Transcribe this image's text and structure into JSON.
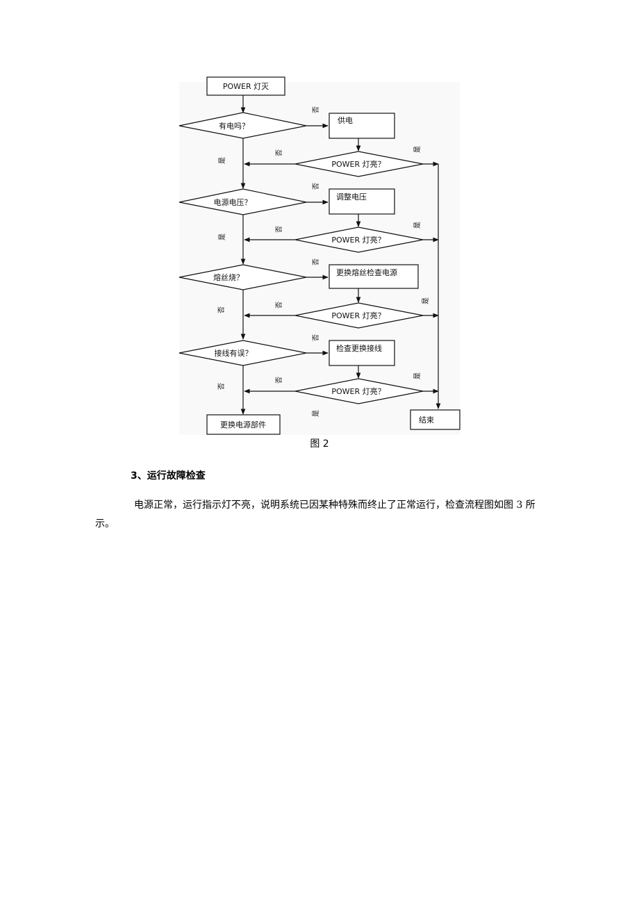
{
  "figure": {
    "start": "POWER 灯灭",
    "decisions": [
      "有电吗？",
      "电源电压？",
      "熔丝烧？",
      "接线有误？"
    ],
    "actions": [
      "供电",
      "调整电压",
      "更换熔丝检查电源",
      "检查更换接线"
    ],
    "checks": [
      "POWER 灯亮？",
      "POWER 灯亮？",
      "POWER 灯亮？",
      "POWER 灯亮？"
    ],
    "end_left": "更换电源部件",
    "end_right": "结束",
    "label_yes": "是",
    "label_no": "否",
    "caption": "图 2"
  },
  "section": {
    "heading": "3、运行故障检查",
    "paragraph": "电源正常，运行指示灯不亮，说明系统已因某种特殊而终止了正常运行，检查流程图如图 3 所示。"
  }
}
